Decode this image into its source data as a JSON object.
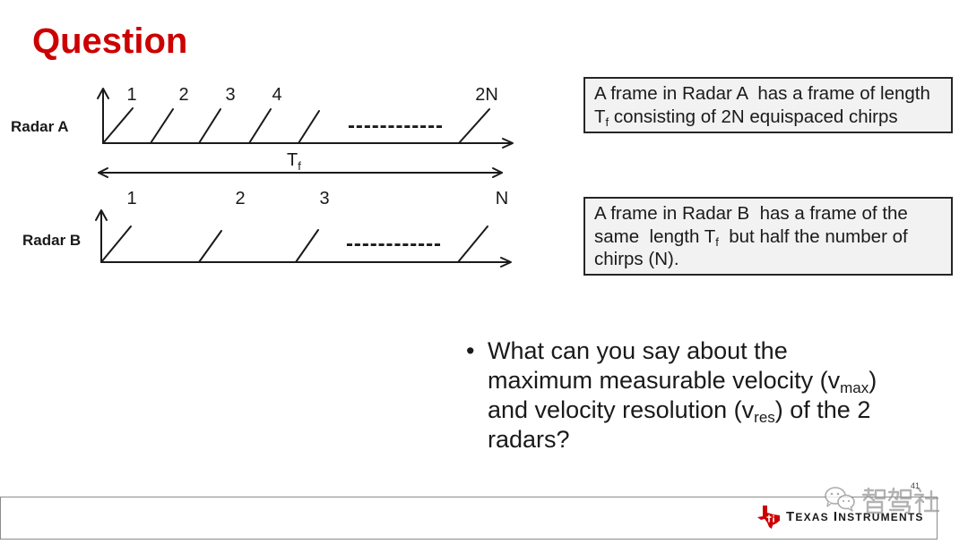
{
  "slide": {
    "title": "Question",
    "page_number": "41"
  },
  "radar_a": {
    "label": "Radar A",
    "chirp_numbers": [
      "1",
      "2",
      "3",
      "4",
      "2N"
    ],
    "ellipsis": "------------",
    "frame_duration": {
      "base": "T",
      "sub": "f"
    }
  },
  "radar_b": {
    "label": "Radar B",
    "chirp_numbers": [
      "1",
      "2",
      "3",
      "N"
    ],
    "ellipsis": "------------"
  },
  "callouts": [
    {
      "line1": "A frame in Radar A  has a frame of length",
      "line2_pre": "T",
      "line2_sub": "f",
      "line2_post": " consisting of 2N equispaced chirps"
    },
    {
      "line1": "A frame in Radar B  has a frame of the",
      "line2_pre": "same  length T",
      "line2_sub": "f",
      "line2_post": "  but half the number of",
      "line3": "chirps (N)."
    }
  ],
  "question": {
    "bullet": "•",
    "lines": [
      {
        "pre": "What can you say about the"
      },
      {
        "pre": "maximum measurable velocity (v",
        "sub": "max",
        "post": ")"
      },
      {
        "pre": "and velocity resolution (v",
        "sub": "res",
        "post": ") of the 2"
      },
      {
        "pre": "radars?"
      }
    ]
  },
  "footer": {
    "logo": {
      "word1": "TEXAS",
      "word2": "INSTRUMENTS"
    },
    "watermark_text": "智驾社"
  },
  "icons": {
    "logo": "texas-instruments-logo-icon",
    "watermark": "wechat-icon"
  },
  "colors": {
    "title": "#cc0000",
    "logo": "#cc0000",
    "text": "#1a1a1a",
    "callout_background": "#f2f2f2",
    "callout_border": "#262626",
    "footer_border": "#8c8c8c",
    "watermark": "#9a9a9a"
  }
}
